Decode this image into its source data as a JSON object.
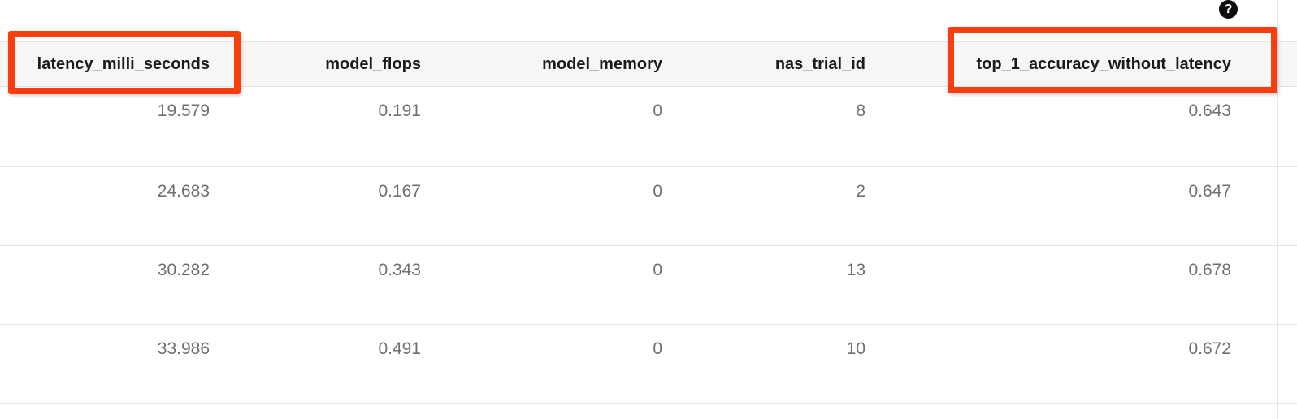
{
  "help": {
    "glyph": "?"
  },
  "table": {
    "columns": [
      "latency_milli_seconds",
      "model_flops",
      "model_memory",
      "nas_trial_id",
      "top_1_accuracy_without_latency"
    ],
    "rows": [
      [
        "19.579",
        "0.191",
        "0",
        "8",
        "0.643"
      ],
      [
        "24.683",
        "0.167",
        "0",
        "2",
        "0.647"
      ],
      [
        "30.282",
        "0.343",
        "0",
        "13",
        "0.678"
      ],
      [
        "33.986",
        "0.491",
        "0",
        "10",
        "0.672"
      ]
    ],
    "highlighted_columns": [
      "latency_milli_seconds",
      "top_1_accuracy_without_latency"
    ]
  },
  "colors": {
    "highlight_box": "#fa3d0f",
    "header_background": "#f6f6f6",
    "row_border": "#e4e4e4",
    "header_text": "#1b1b1b",
    "cell_text": "#6f6f6f",
    "help_icon_background": "#0d0d0d"
  }
}
